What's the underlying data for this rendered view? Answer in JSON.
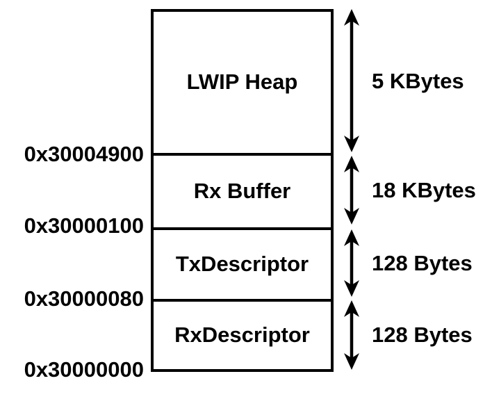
{
  "diagram": {
    "type": "memory-map",
    "sections": [
      {
        "name": "LWIP Heap",
        "size": "5 KBytes",
        "bottom_address": "0x30004900"
      },
      {
        "name": "Rx Buffer",
        "size": "18 KBytes",
        "bottom_address": "0x30000100"
      },
      {
        "name": "TxDescriptor",
        "size": "128 Bytes",
        "bottom_address": "0x30000080"
      },
      {
        "name": "RxDescriptor",
        "size": "128 Bytes",
        "bottom_address": "0x30000000"
      }
    ]
  },
  "colors": {
    "line": "#000000",
    "text": "#000000",
    "background": "#ffffff"
  }
}
